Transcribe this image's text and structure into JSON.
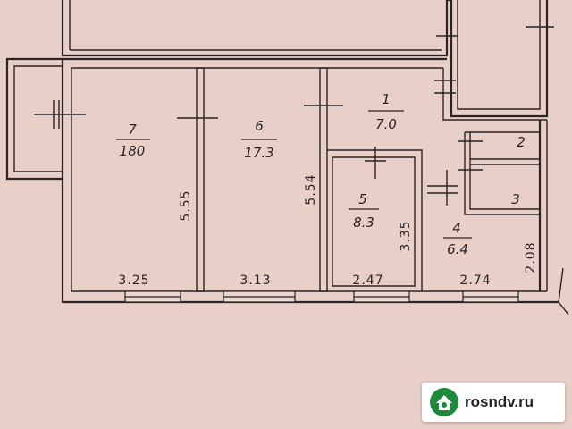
{
  "rooms": [
    {
      "number": "7",
      "area": "180"
    },
    {
      "number": "6",
      "area": "17.3"
    },
    {
      "number": "1",
      "area": "7.0"
    },
    {
      "number": "2",
      "area": ""
    },
    {
      "number": "3",
      "area": ""
    },
    {
      "number": "5",
      "area": "8.3"
    },
    {
      "number": "4",
      "area": "6.4"
    }
  ],
  "dimensions": {
    "room7_width": "3.25",
    "room6_width": "3.13",
    "room5_width": "2.47",
    "room4_width": "2.74",
    "room7_depth": "5.55",
    "room6_depth": "5.54",
    "room5_depth": "3.35",
    "room4_depth": "2.08"
  },
  "watermark": {
    "text": "rosndv.ru",
    "logo_icon": "house-pin-icon",
    "logo_color": "#1e8a3c"
  },
  "colors": {
    "paper": "#e8cfc8",
    "ink": "#2b2324"
  }
}
